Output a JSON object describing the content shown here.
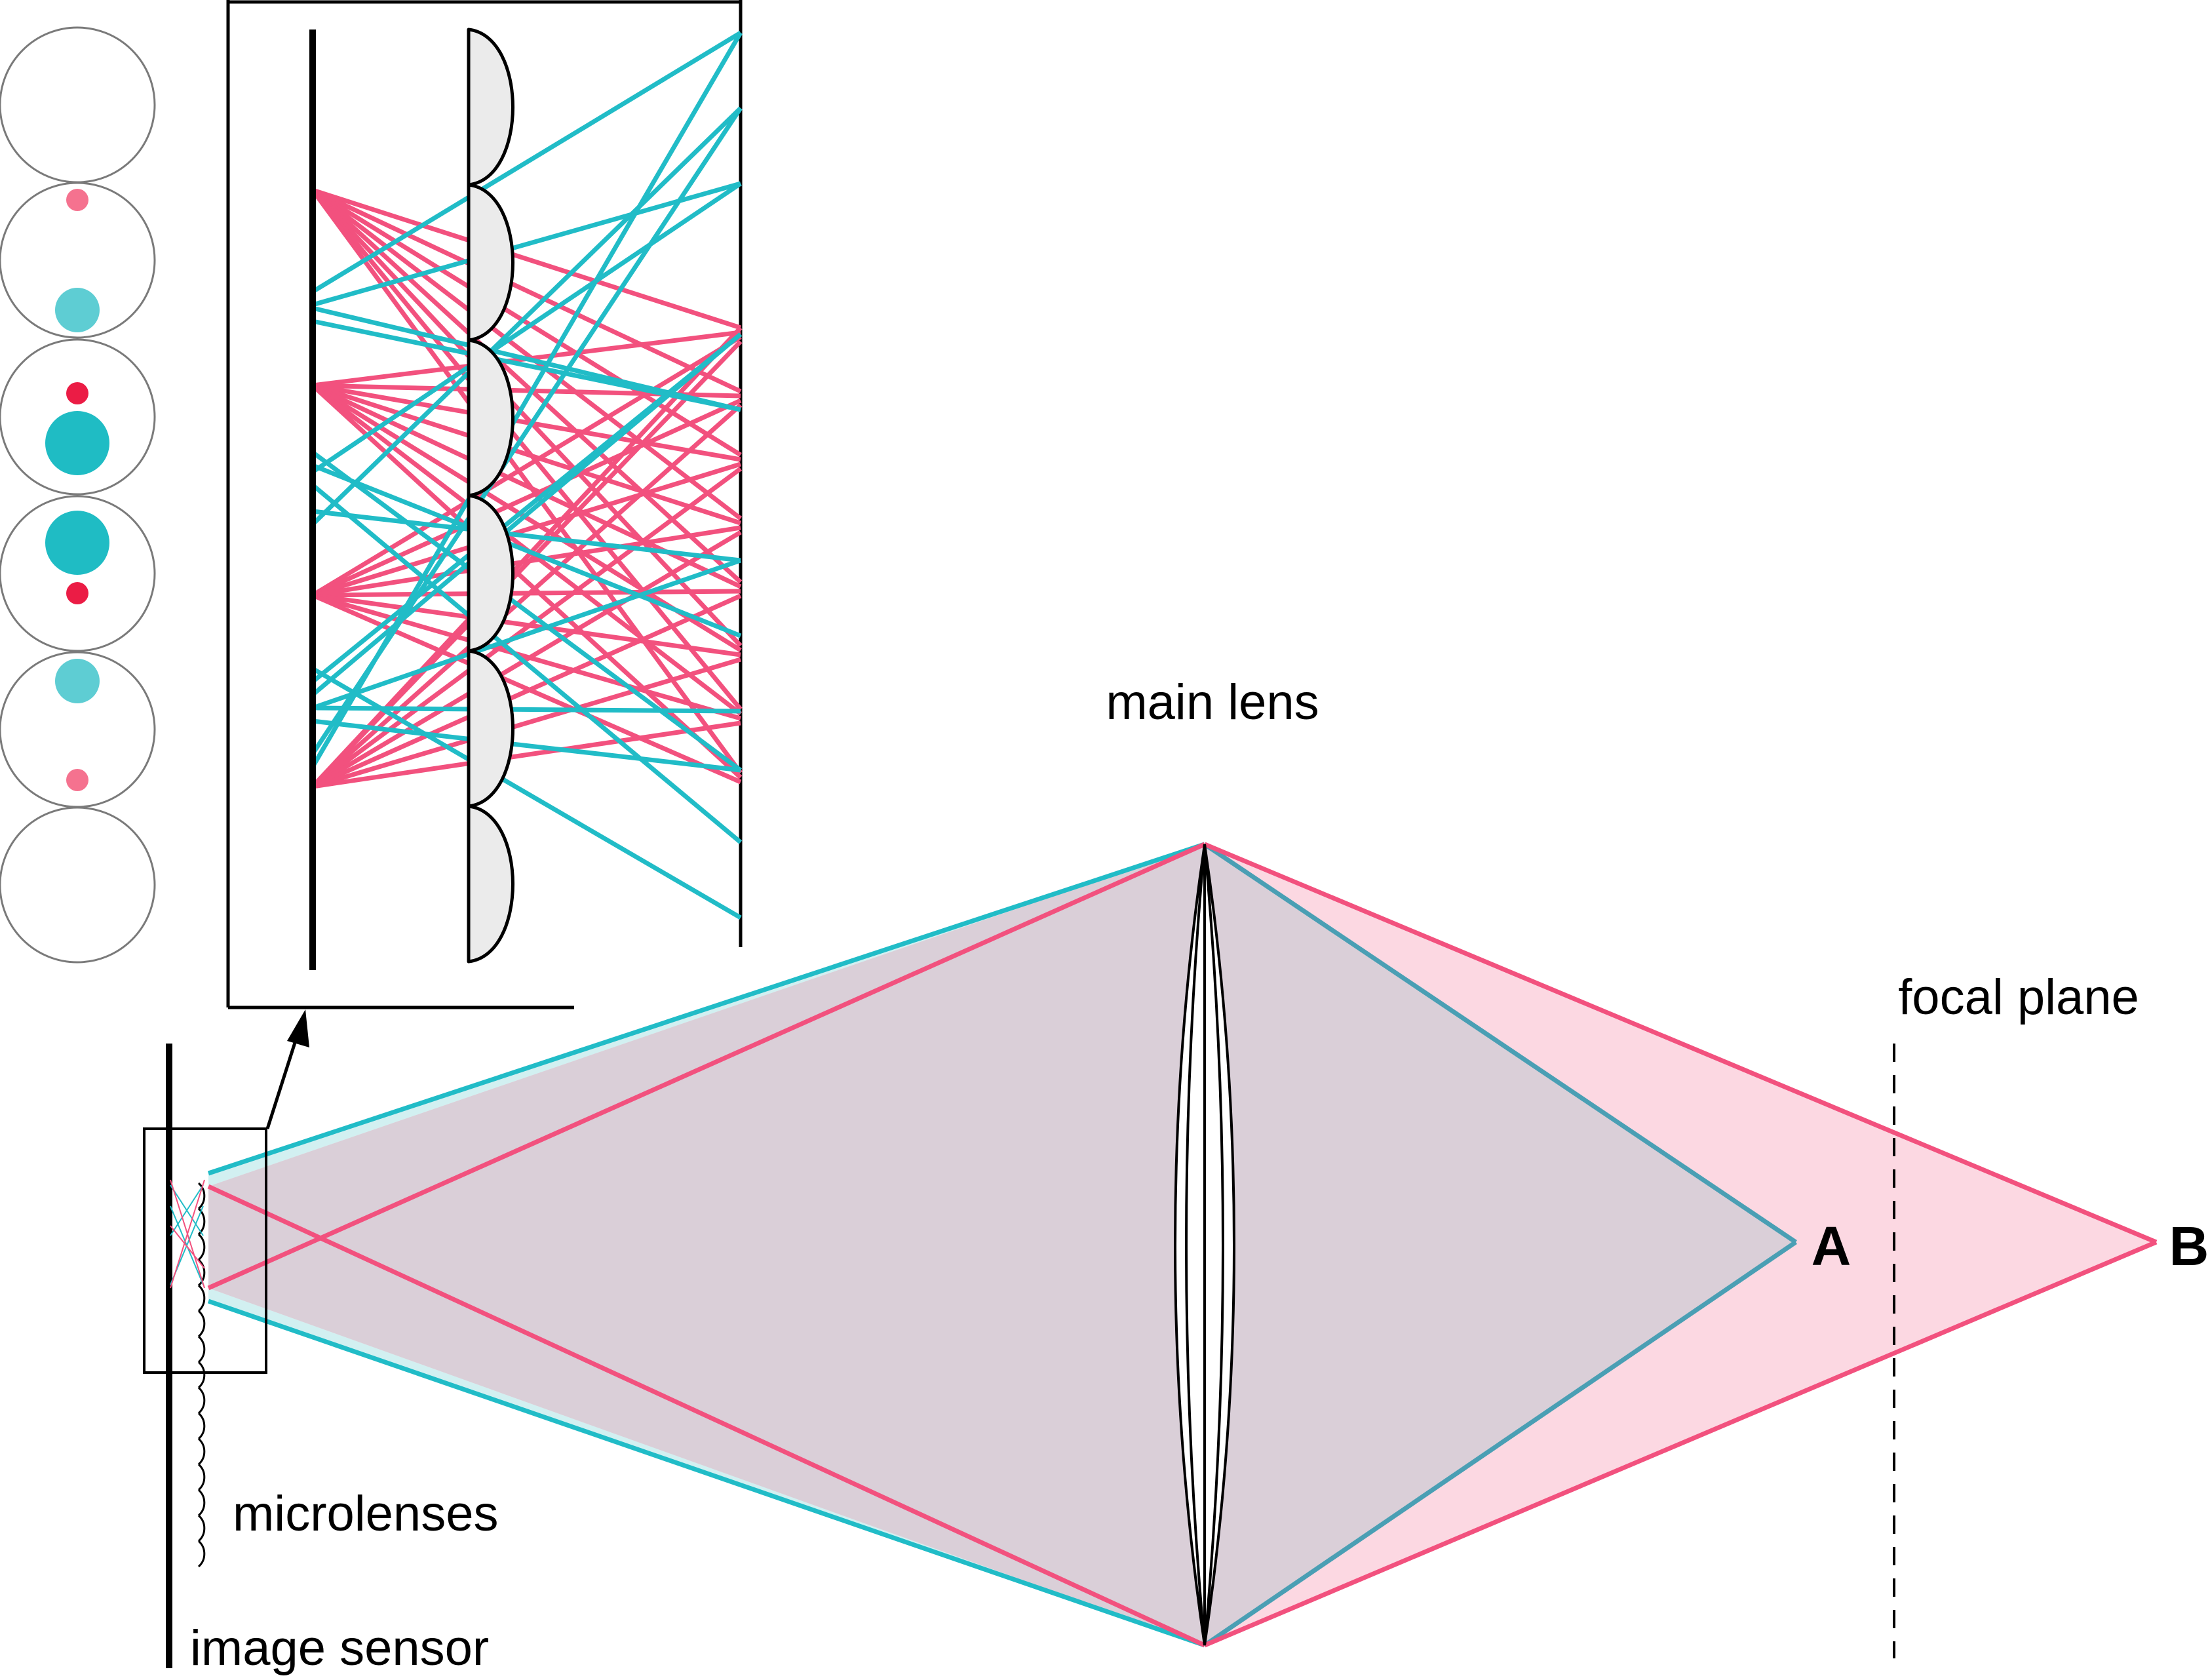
{
  "labels": {
    "main_lens": "main lens",
    "focal_plane": "focal plane",
    "point_a": "A",
    "point_b": "B",
    "microlenses": "microlenses",
    "image_sensor": "image sensor"
  },
  "colors": {
    "cyan": "#21bcc7",
    "pink": "#f2517e",
    "cyan_fill": "#d2f0f1",
    "pink_fill": "#fcd8e2",
    "overlap_fill": "#dacfd8",
    "lens_gray": "#ebebeb",
    "blue_gray": "#4a9fb4",
    "spot_cyan_light": "#5ecdd3",
    "spot_cyan_dark": "#1fbcc4",
    "spot_pink_light": "#f5728f",
    "spot_red": "#eb1c45"
  }
}
